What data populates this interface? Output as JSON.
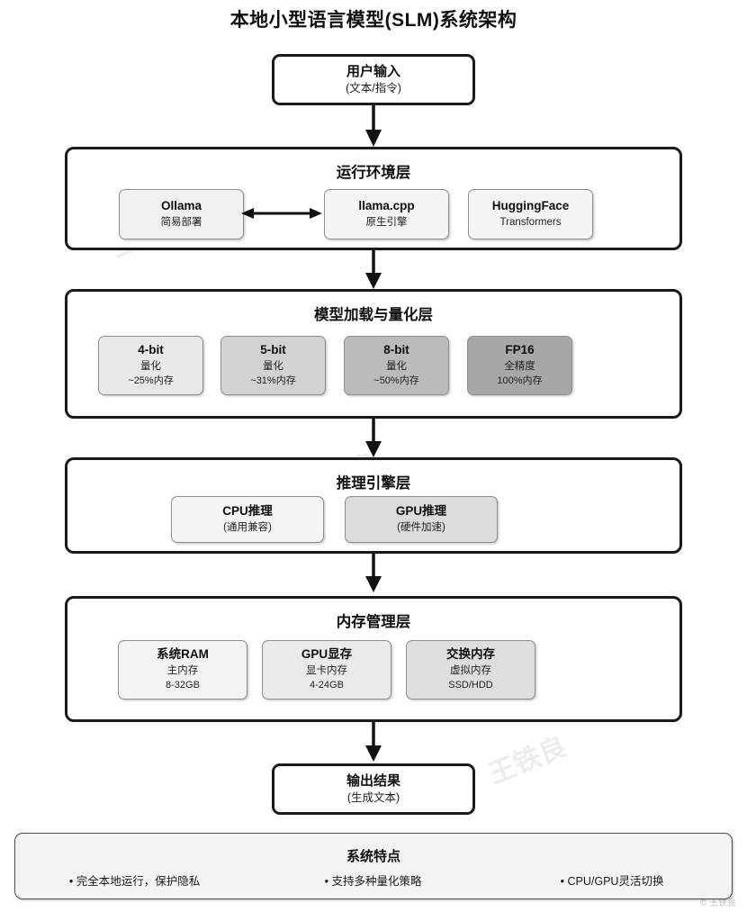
{
  "title": "本地小型语言模型(SLM)系统架构",
  "input_node": {
    "title": "用户输入",
    "subtitle": "(文本/指令)"
  },
  "layers": [
    {
      "name": "运行环境层",
      "cards": [
        {
          "title": "Ollama",
          "sub": "简易部署",
          "sub2": "",
          "color": "#f0f0f0"
        },
        {
          "title": "llama.cpp",
          "sub": "原生引擎",
          "sub2": "",
          "color": "#f4f4f4"
        },
        {
          "title": "HuggingFace",
          "sub": "Transformers",
          "sub2": "",
          "color": "#f4f4f4"
        }
      ]
    },
    {
      "name": "模型加载与量化层",
      "cards": [
        {
          "title": "4-bit",
          "sub": "量化",
          "sub2": "~25%内存",
          "color": "#e8e8e8"
        },
        {
          "title": "5-bit",
          "sub": "量化",
          "sub2": "~31%内存",
          "color": "#d2d2d2"
        },
        {
          "title": "8-bit",
          "sub": "量化",
          "sub2": "~50%内存",
          "color": "#bbbbbb"
        },
        {
          "title": "FP16",
          "sub": "全精度",
          "sub2": "100%内存",
          "color": "#a7a7a7"
        }
      ]
    },
    {
      "name": "推理引擎层",
      "cards": [
        {
          "title": "CPU推理",
          "sub": "(通用兼容)",
          "sub2": "",
          "color": "#f4f4f4"
        },
        {
          "title": "GPU推理",
          "sub": "(硬件加速)",
          "sub2": "",
          "color": "#dcdcdc"
        }
      ]
    },
    {
      "name": "内存管理层",
      "cards": [
        {
          "title": "系统RAM",
          "sub": "主内存",
          "sub2": "8-32GB",
          "color": "#f3f3f3"
        },
        {
          "title": "GPU显存",
          "sub": "显卡内存",
          "sub2": "4-24GB",
          "color": "#eaeaea"
        },
        {
          "title": "交换内存",
          "sub": "虚拟内存",
          "sub2": "SSD/HDD",
          "color": "#dedede"
        }
      ]
    }
  ],
  "output_node": {
    "title": "输出结果",
    "subtitle": "(生成文本)"
  },
  "footer": {
    "title": "系统特点",
    "items": [
      "• 完全本地运行，保护隐私",
      "• 支持多种量化策略",
      "• CPU/GPU灵活切换"
    ]
  },
  "watermarks": {
    "text": "王铁良",
    "corner": "© 王铁良"
  },
  "colors": {
    "border": "#1a1a1a",
    "card_border": "#8d8d8d",
    "background": "#ffffff"
  }
}
